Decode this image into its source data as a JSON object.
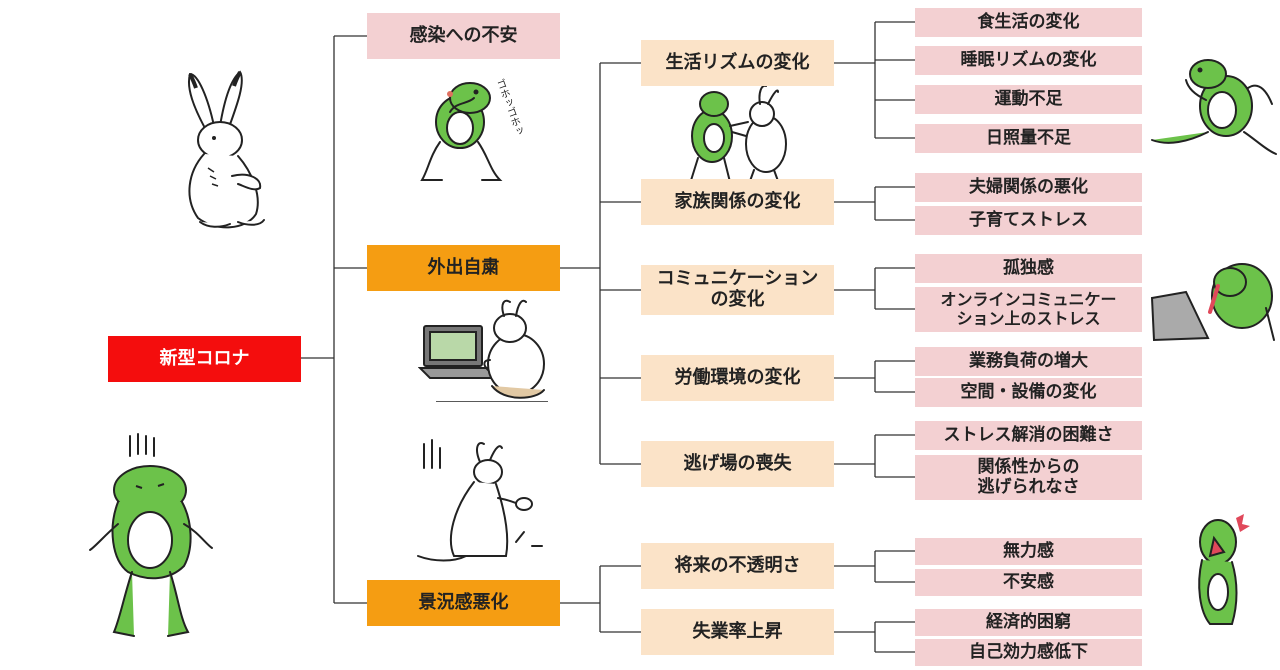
{
  "root": {
    "label": "新型コロナ"
  },
  "level1": [
    {
      "label": "感染への不安"
    },
    {
      "label": "外出自粛"
    },
    {
      "label": "景況感悪化"
    }
  ],
  "level2": [
    {
      "label": "生活リズムの変化"
    },
    {
      "label": "家族関係の変化"
    },
    {
      "label": "コミュニケーション\nの変化"
    },
    {
      "label": "労働環境の変化"
    },
    {
      "label": "逃げ場の喪失"
    },
    {
      "label": "将来の不透明さ"
    },
    {
      "label": "失業率上昇"
    }
  ],
  "level3": [
    {
      "label": "食生活の変化"
    },
    {
      "label": "睡眠リズムの変化"
    },
    {
      "label": "運動不足"
    },
    {
      "label": "日照量不足"
    },
    {
      "label": "夫婦関係の悪化"
    },
    {
      "label": "子育てストレス"
    },
    {
      "label": "孤独感"
    },
    {
      "label": "オンラインコミュニケー\nション上のストレス"
    },
    {
      "label": "業務負荷の増大"
    },
    {
      "label": "空間・設備の変化"
    },
    {
      "label": "ストレス解消の困難さ"
    },
    {
      "label": "関係性からの\n逃げられなさ"
    },
    {
      "label": "無力感"
    },
    {
      "label": "不安感"
    },
    {
      "label": "経済的困窮"
    },
    {
      "label": "自己効力感低下"
    }
  ],
  "illustrations": {
    "coughing_frog_text": "ゴホッゴホッ"
  },
  "colors": {
    "root": "#f40d0d",
    "level1_pink": "#f3d0d2",
    "level1_orange": "#f59d12",
    "level2": "#fbe3c8",
    "level3": "#f3d0d2",
    "frog_green": "#6cc24a",
    "line": "#333333"
  }
}
